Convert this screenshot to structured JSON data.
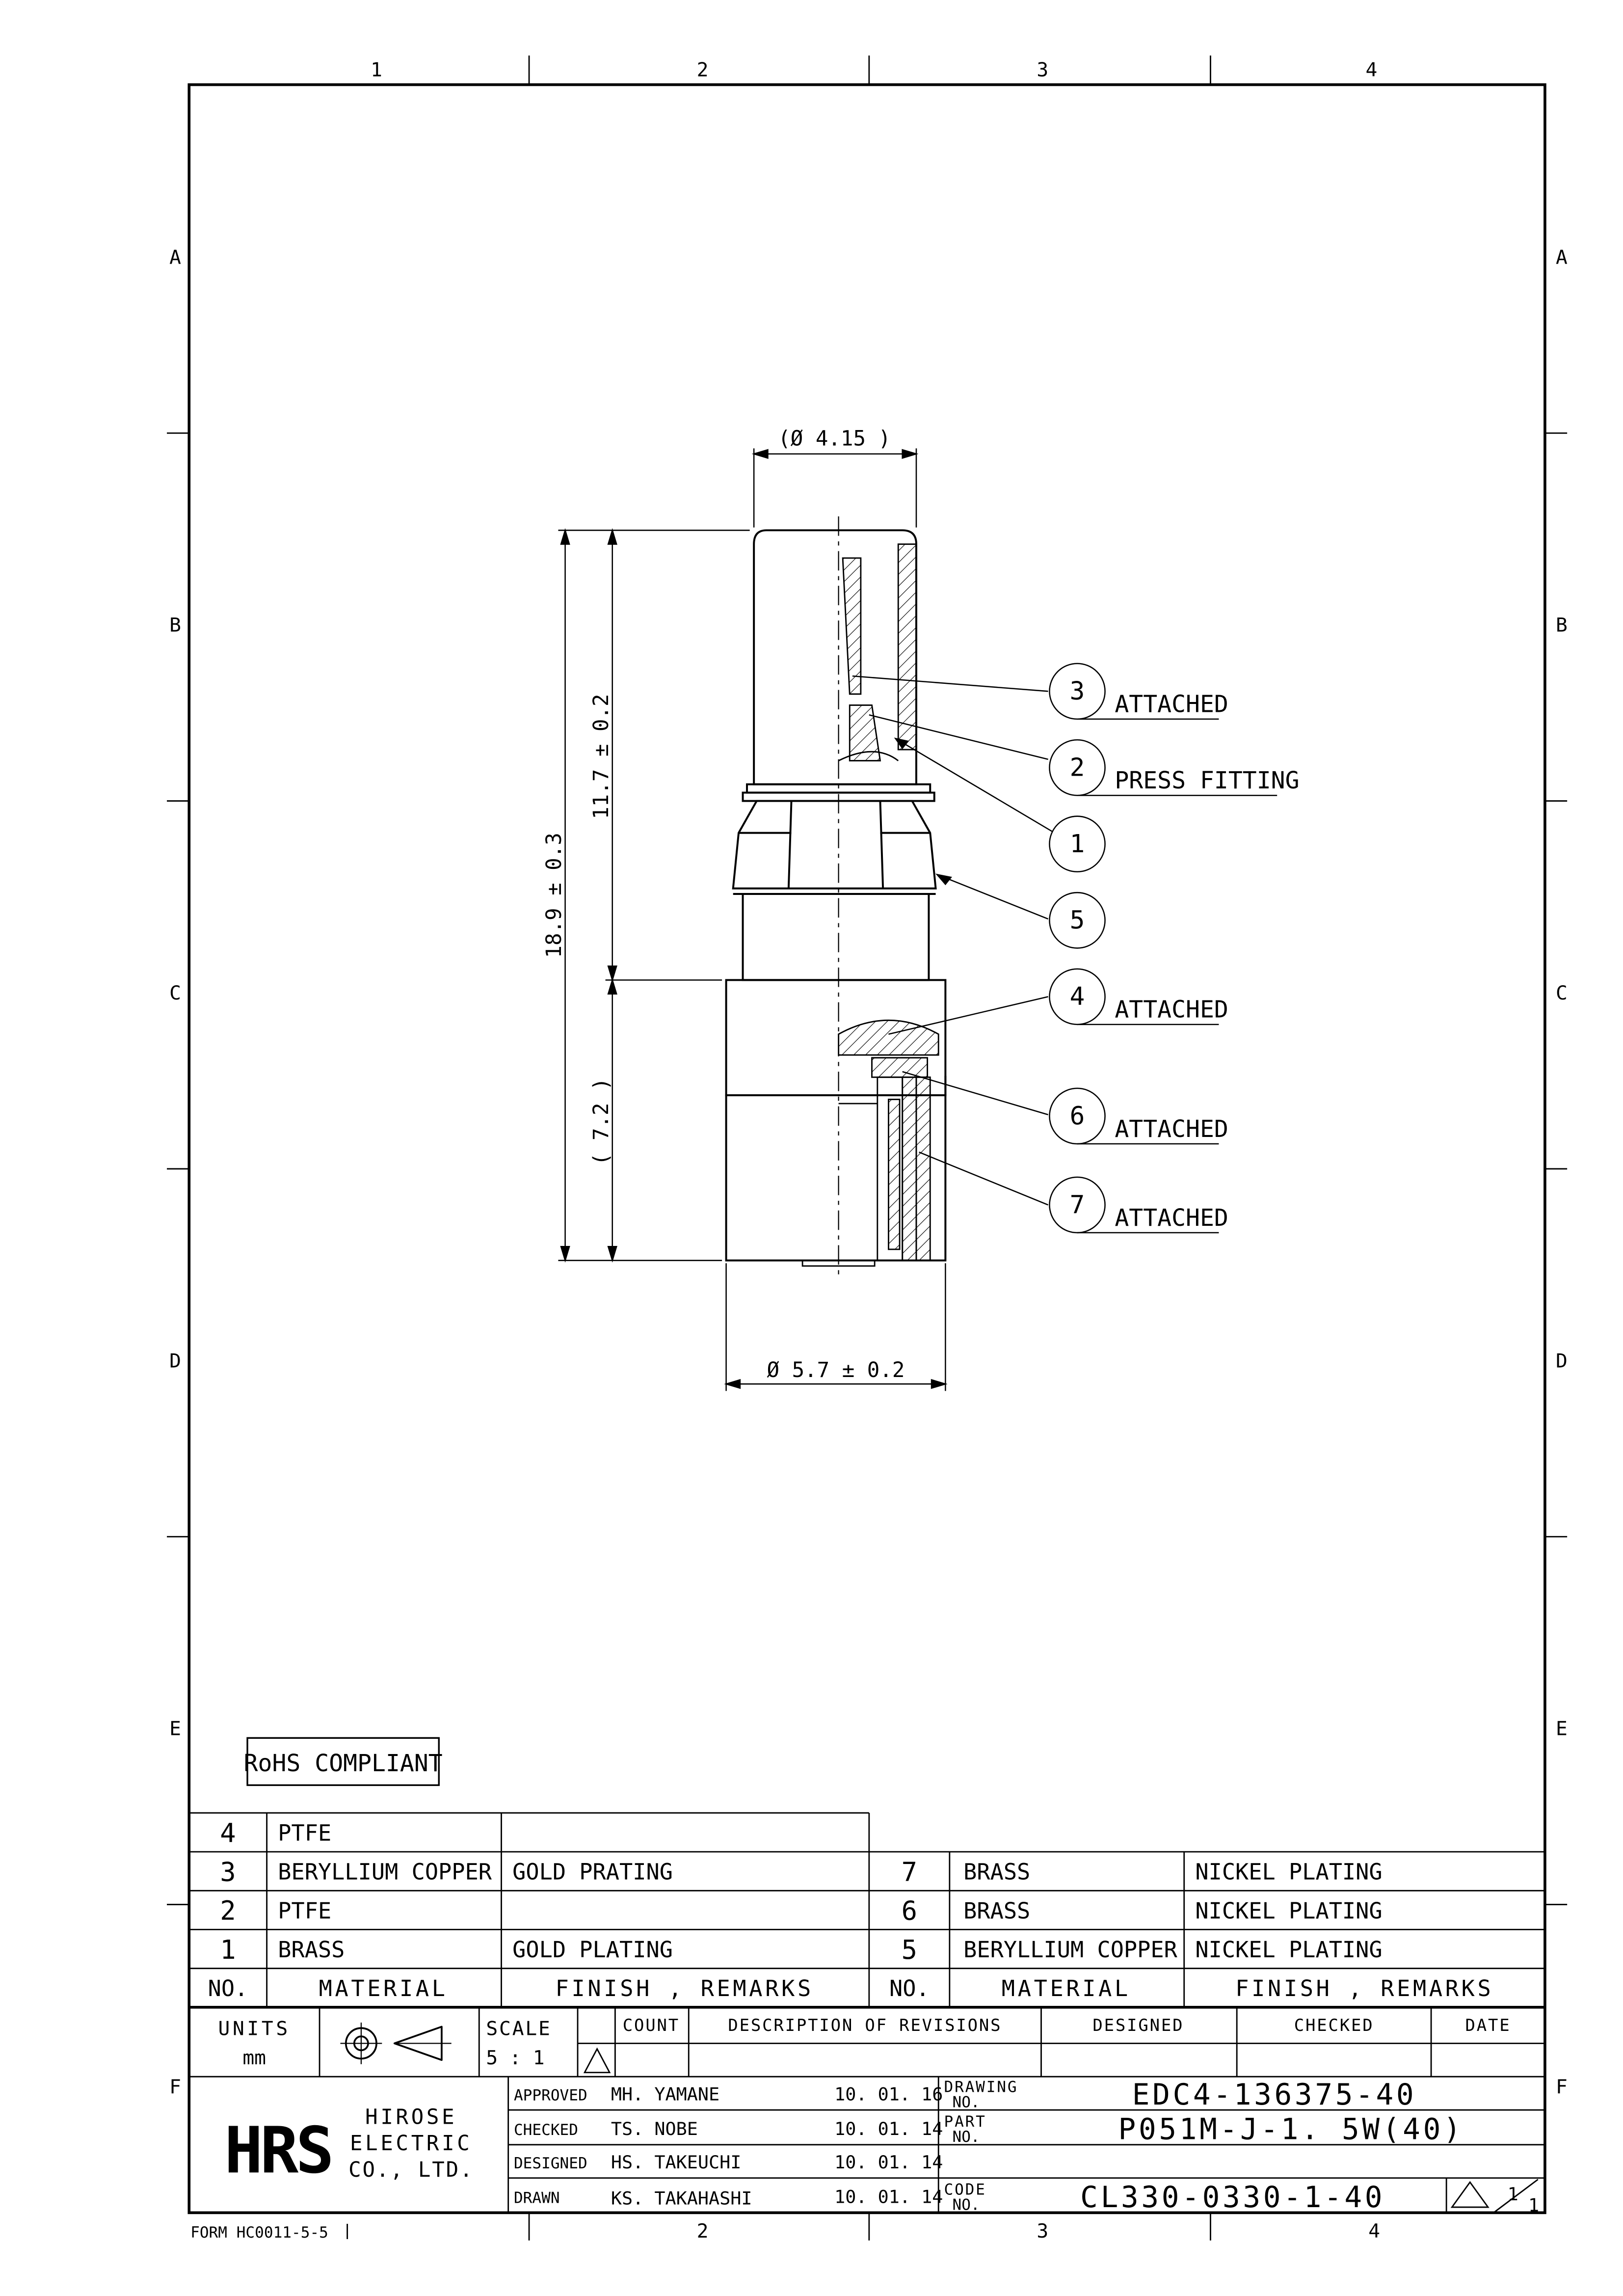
{
  "frame": {
    "columns": [
      "1",
      "2",
      "3",
      "4"
    ],
    "rows": [
      "A",
      "B",
      "C",
      "D",
      "E",
      "F"
    ],
    "bottom_columns": [
      "2",
      "3",
      "4"
    ]
  },
  "drawing": {
    "dim_top": "(Ø 4.15 )",
    "dim_overall": "18.9 ± 0.3",
    "dim_upper": "11.7 ± 0.2",
    "dim_lower": "( 7.2 )",
    "dim_bottom": "Ø 5.7 ± 0.2",
    "callouts": [
      {
        "num": "3",
        "text": "ATTACHED"
      },
      {
        "num": "2",
        "text": "PRESS FITTING"
      },
      {
        "num": "1",
        "text": ""
      },
      {
        "num": "5",
        "text": ""
      },
      {
        "num": "4",
        "text": "ATTACHED"
      },
      {
        "num": "6",
        "text": "ATTACHED"
      },
      {
        "num": "7",
        "text": "ATTACHED"
      }
    ]
  },
  "rohs": "RoHS COMPLIANT",
  "parts_left": [
    {
      "no": "4",
      "material": "PTFE",
      "finish": ""
    },
    {
      "no": "3",
      "material": "BERYLLIUM COPPER",
      "finish": "GOLD PRATING"
    },
    {
      "no": "2",
      "material": "PTFE",
      "finish": ""
    },
    {
      "no": "1",
      "material": "BRASS",
      "finish": "GOLD PLATING"
    }
  ],
  "parts_right": [
    {
      "no": "7",
      "material": "BRASS",
      "finish": "NICKEL PLATING"
    },
    {
      "no": "6",
      "material": "BRASS",
      "finish": "NICKEL PLATING"
    },
    {
      "no": "5",
      "material": "BERYLLIUM COPPER",
      "finish": "NICKEL PLATING"
    }
  ],
  "parts_header": {
    "no": "NO.",
    "material": "MATERIAL",
    "finish": "FINISH , REMARKS"
  },
  "title_block": {
    "units_label": "UNITS",
    "units_value": "mm",
    "scale_label": "SCALE",
    "scale_value": "5 : 1",
    "rev_count": "COUNT",
    "rev_desc": "DESCRIPTION OF REVISIONS",
    "rev_designed": "DESIGNED",
    "rev_checked": "CHECKED",
    "rev_date": "DATE",
    "company_lines": [
      "HIROSE",
      "ELECTRIC",
      "CO., LTD."
    ],
    "logo_text": "HRS",
    "approvals": [
      {
        "label": "APPROVED",
        "name": "MH. YAMANE",
        "date": "10. 01. 16"
      },
      {
        "label": "CHECKED",
        "name": "TS. NOBE",
        "date": "10. 01. 14"
      },
      {
        "label": "DESIGNED",
        "name": "HS. TAKEUCHI",
        "date": "10. 01. 14"
      },
      {
        "label": "DRAWN",
        "name": "KS. TAKAHASHI",
        "date": "10. 01. 14"
      }
    ],
    "drawing_no_label": [
      "DRAWING",
      "NO."
    ],
    "drawing_no": "EDC4-136375-40",
    "part_no_label": [
      "PART",
      "NO."
    ],
    "part_no": "P051M-J-1. 5W(40)",
    "code_no_label": [
      "CODE",
      "NO."
    ],
    "code_no": "CL330-0330-1-40",
    "sheet_num": "1",
    "sheet_total": "1"
  },
  "form_no": "FORM HC0011-5-5"
}
